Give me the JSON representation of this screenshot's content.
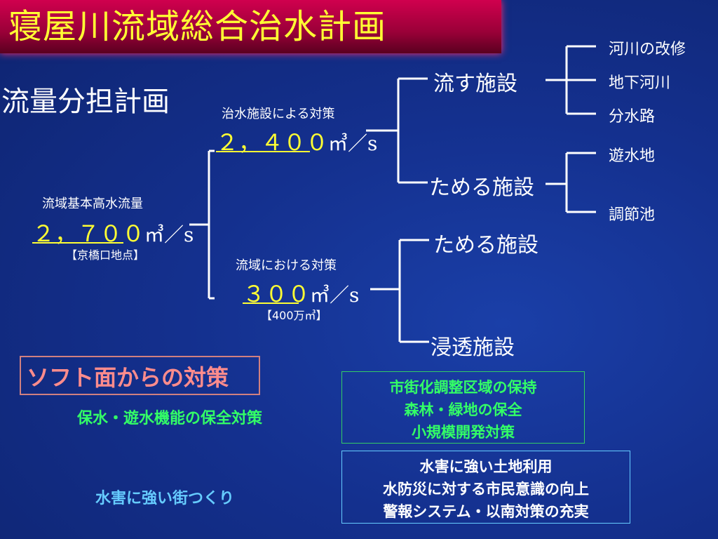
{
  "title": "寝屋川流域総合治水計画",
  "subtitle": "流量分担計画",
  "base": {
    "label": "流域基本高水流量",
    "value": "２，７００",
    "unit": "㎥／s",
    "note": "【京橋口地点】"
  },
  "facility": {
    "label": "治水施設による対策",
    "value": "２，４００",
    "unit": "㎥／s"
  },
  "basin": {
    "label": "流域における対策",
    "value": "３００",
    "unit": "㎥／s",
    "note": "【400万㎥】"
  },
  "mid_nodes": {
    "flow_facility": "流す施設",
    "store_facility_upper": "ためる施設",
    "store_facility_lower": "ためる施設",
    "infiltration_facility": "浸透施設"
  },
  "right_items": {
    "river_improvement": "河川の改修",
    "underground_river": "地下河川",
    "diversion_channel": "分水路",
    "retarding_basin": "遊水地",
    "regulating_pond": "調節池"
  },
  "soft": {
    "heading": "ソフト面からの対策",
    "water_retention": "保水・遊水機能の保全対策",
    "resilient_city": "水害に強い街つくり"
  },
  "green_box": {
    "lines": [
      "市街化調整区域の保持",
      "森林・緑地の保全",
      "小規模開発対策"
    ]
  },
  "cyan_box": {
    "lines": [
      "水害に強い土地利用",
      "水防災に対する市民意識の向上",
      "警報システム・以南対策の充実"
    ]
  },
  "colors": {
    "background": "#14308e",
    "title_bg": "#b00040",
    "title_text": "#ffff33",
    "value_yellow": "#ffff33",
    "soft_pink": "#ff8c8c",
    "green": "#33ff66",
    "cyan": "#66ccff"
  }
}
